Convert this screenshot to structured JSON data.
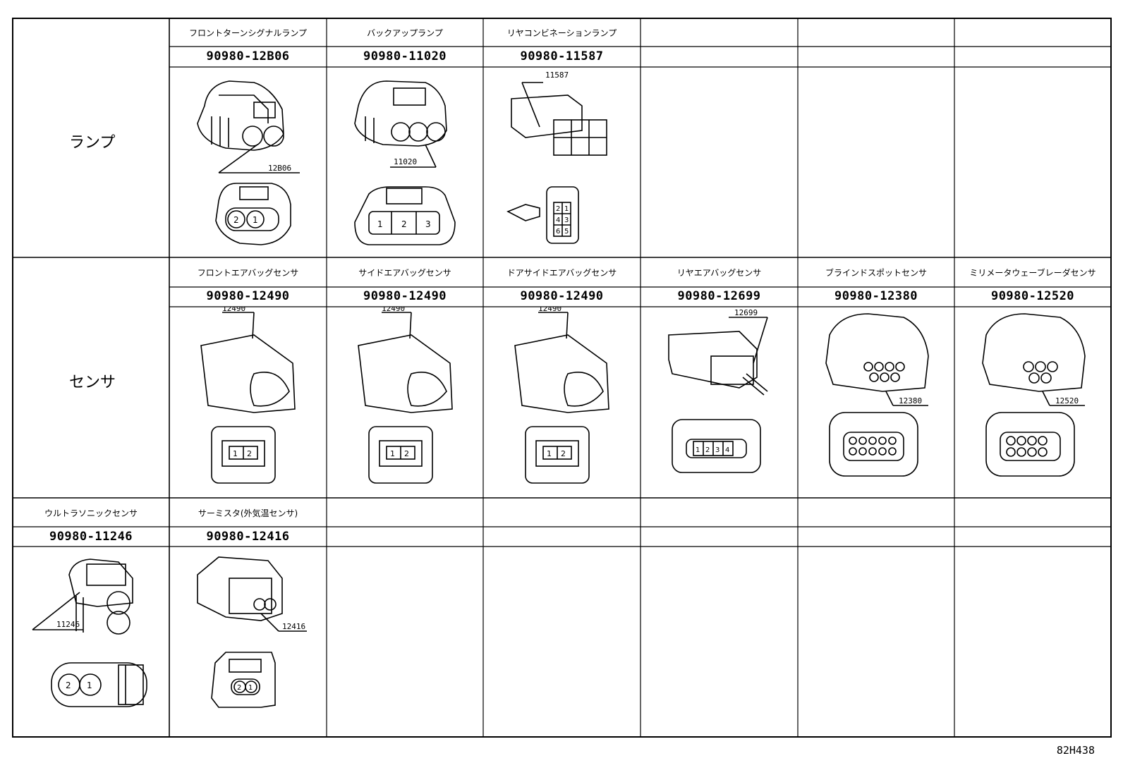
{
  "categories": {
    "lamp": "ランプ",
    "sensor": "センサ"
  },
  "rows": {
    "lamp": [
      {
        "name": "フロントターンシグナルランプ",
        "part": "90980-12B06",
        "code": "12B06",
        "pins": [
          "2",
          "1"
        ]
      },
      {
        "name": "バックアップランプ",
        "part": "90980-11020",
        "code": "11020",
        "pins": [
          "1",
          "2",
          "3"
        ]
      },
      {
        "name": "リヤコンビネーションランプ",
        "part": "90980-11587",
        "code": "11587",
        "pins": [
          "2",
          "1",
          "4",
          "3",
          "6",
          "5"
        ]
      }
    ],
    "sensor": [
      {
        "name": "フロントエアバッグセンサ",
        "part": "90980-12490",
        "code": "12490",
        "pins": [
          "1",
          "2"
        ]
      },
      {
        "name": "サイドエアバッグセンサ",
        "part": "90980-12490",
        "code": "12490",
        "pins": [
          "1",
          "2"
        ]
      },
      {
        "name": "ドアサイドエアバッグセンサ",
        "part": "90980-12490",
        "code": "12490",
        "pins": [
          "1",
          "2"
        ]
      },
      {
        "name": "リヤエアバッグセンサ",
        "part": "90980-12699",
        "code": "12699",
        "pins": [
          "1",
          "2",
          "3",
          "4"
        ]
      },
      {
        "name": "ブラインドスポットセンサ",
        "part": "90980-12380",
        "code": "12380"
      },
      {
        "name": "ミリメータウェーブレーダセンサ",
        "part": "90980-12520",
        "code": "12520"
      }
    ],
    "other": [
      {
        "name": "ウルトラソニックセンサ",
        "part": "90980-11246",
        "code": "11246",
        "pins": [
          "2",
          "1"
        ]
      },
      {
        "name": "サーミスタ(外気温センサ)",
        "part": "90980-12416",
        "code": "12416",
        "pins": [
          "2",
          "1"
        ]
      }
    ]
  },
  "footer": "82H438"
}
